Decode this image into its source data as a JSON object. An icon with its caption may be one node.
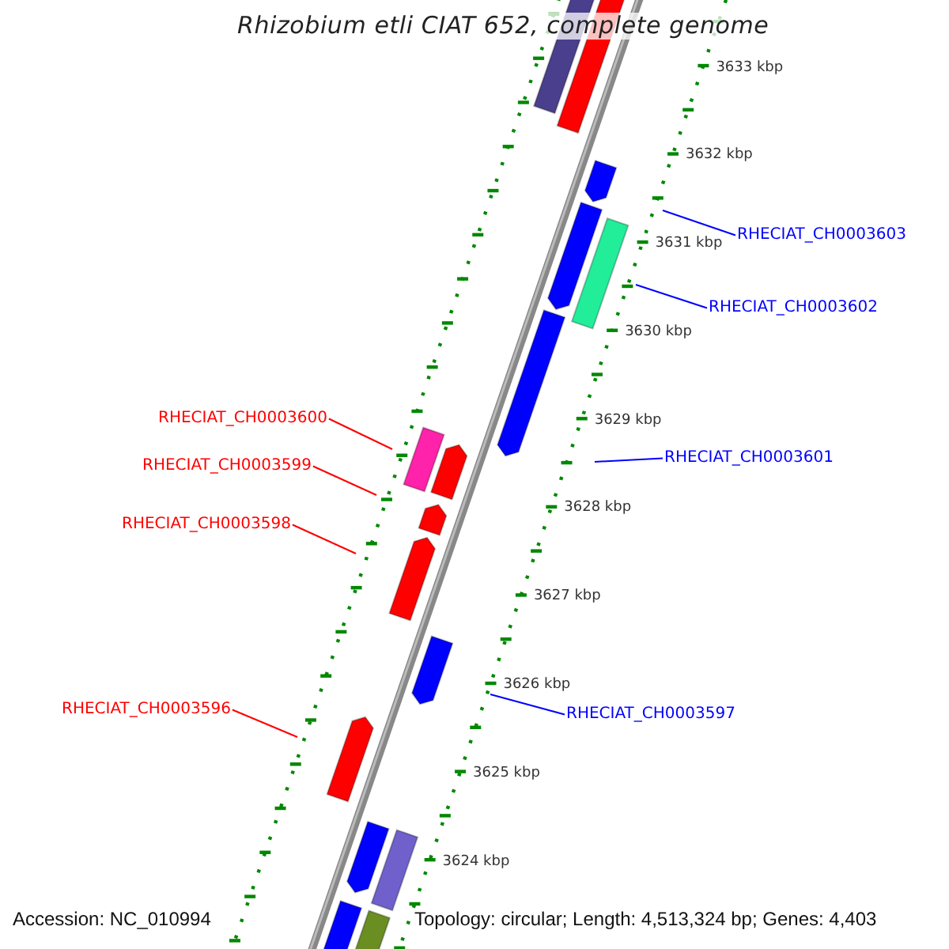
{
  "diagram": {
    "title": "Rhizobium etli CIAT 652, complete genome",
    "nodes": [
      {
        "text": [
          "RHECIAT_CH0003603"
        ]
      },
      {
        "text": [
          "RHECIAT_CH0003602"
        ]
      },
      {
        "text": [
          "RHECIAT_CH0003600"
        ]
      },
      {
        "text": [
          "RHECIAT_CH0003601"
        ]
      },
      {
        "text": [
          "RHECIAT_CH0003599"
        ]
      },
      {
        "text": [
          "RHECIAT_CH0003598"
        ]
      },
      {
        "text": [
          "RHECIAT_CH0003596"
        ]
      },
      {
        "text": [
          "RHECIAT_CH0003597"
        ]
      }
    ],
    "edges": [
      {
        "from": 0,
        "to": null,
        "arrow": "none",
        "color": "#0000ff"
      },
      {
        "from": 1,
        "to": null,
        "arrow": "none",
        "color": "#0000ff"
      },
      {
        "from": 2,
        "to": null,
        "arrow": "none",
        "color": "#ff0000"
      },
      {
        "from": 3,
        "to": null,
        "arrow": "none",
        "color": "#0000ff"
      },
      {
        "from": 4,
        "to": null,
        "arrow": "none",
        "color": "#ff0000"
      },
      {
        "from": 5,
        "to": null,
        "arrow": "none",
        "color": "#ff0000"
      },
      {
        "from": 6,
        "to": null,
        "arrow": "none",
        "color": "#ff0000"
      },
      {
        "from": 7,
        "to": null,
        "arrow": "none",
        "color": "#0000ff"
      }
    ],
    "labels": [
      "3633 kbp",
      "3632 kbp",
      "3631 kbp",
      "3630 kbp",
      "3629 kbp",
      "3628 kbp",
      "3627 kbp",
      "3626 kbp",
      "3625 kbp",
      "3624 kbp",
      "Accession: NC_010994",
      "Topology: circular; Length: 4,513,324 bp; Genes: 4,403"
    ]
  }
}
